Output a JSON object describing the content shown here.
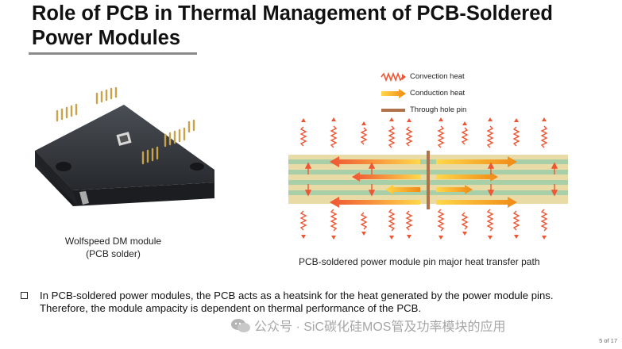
{
  "slide": {
    "title_line1": "Role of PCB in Thermal Management of PCB-Soldered",
    "title_line2": "Power Modules",
    "left_caption_line1": "Wolfspeed DM module",
    "left_caption_line2": "(PCB solder)",
    "right_caption": "PCB-soldered power module pin major heat transfer path",
    "bullet_line1": "In PCB-soldered power modules, the PCB acts as a heatsink for the heat generated by the power module pins.",
    "bullet_line2": "Therefore, the module ampacity is dependent on thermal performance of the PCB.",
    "page_number": "5 of 17"
  },
  "legend": {
    "convection": "Convection heat",
    "conduction": "Conduction heat",
    "through_hole": "Through hole pin"
  },
  "watermark": {
    "text": "公众号 · SiC碳化硅MOS管及功率模块的应用"
  },
  "colors": {
    "convection": "#ef5533",
    "conduction": "#f4a21a",
    "pin": "#b0724a",
    "pcb_outer": "#e9dba6",
    "pcb_inner": "#a9cfa9",
    "title_rule": "#8a8a8a"
  }
}
